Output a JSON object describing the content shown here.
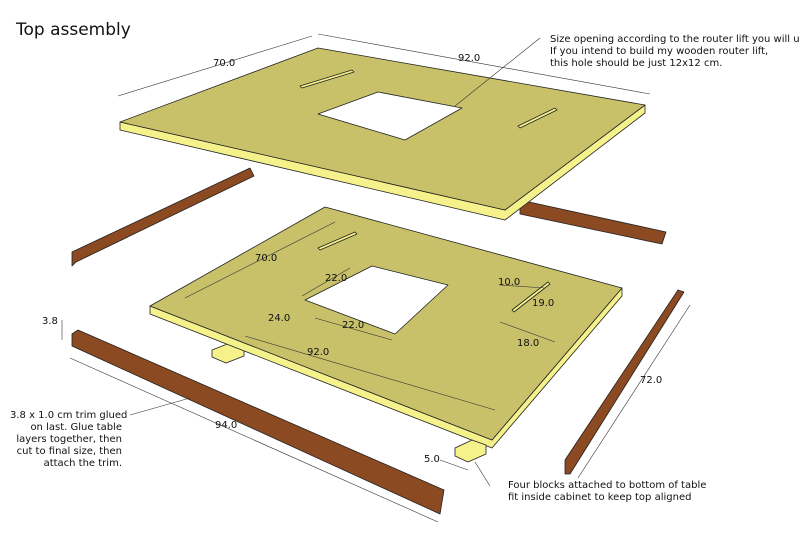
{
  "title": "Top assembly",
  "colors": {
    "board_top": "#c8c16a",
    "board_edge": "#f5f28c",
    "trim": "#8b4a22",
    "trim_dark": "#5e2e12"
  },
  "dimensions": {
    "top_width": "70.0",
    "top_length": "92.0",
    "base_width": "70.0",
    "base_length": "92.0",
    "hole_a": "22.0",
    "hole_b": "22.0",
    "hole_offset": "24.0",
    "slot_offset": "10.0",
    "slot_length": "19.0",
    "slot_side": "18.0",
    "trim_height": "3.8",
    "trim_front_length": "94.0",
    "trim_side_length": "72.0",
    "block_width": "5.0"
  },
  "notes": {
    "opening_lines": [
      "Size opening according to the router lift you will use.",
      "If you intend to build my wooden router lift,",
      "this hole should be just 12x12 cm."
    ],
    "trim_lines": [
      "3.8 x 1.0 cm trim glued",
      "on last.  Glue table",
      "layers together, then",
      "cut to final size, then",
      "attach the trim."
    ],
    "blocks_lines": [
      "Four blocks attached to bottom of table",
      "fit inside cabinet to keep top aligned"
    ]
  }
}
